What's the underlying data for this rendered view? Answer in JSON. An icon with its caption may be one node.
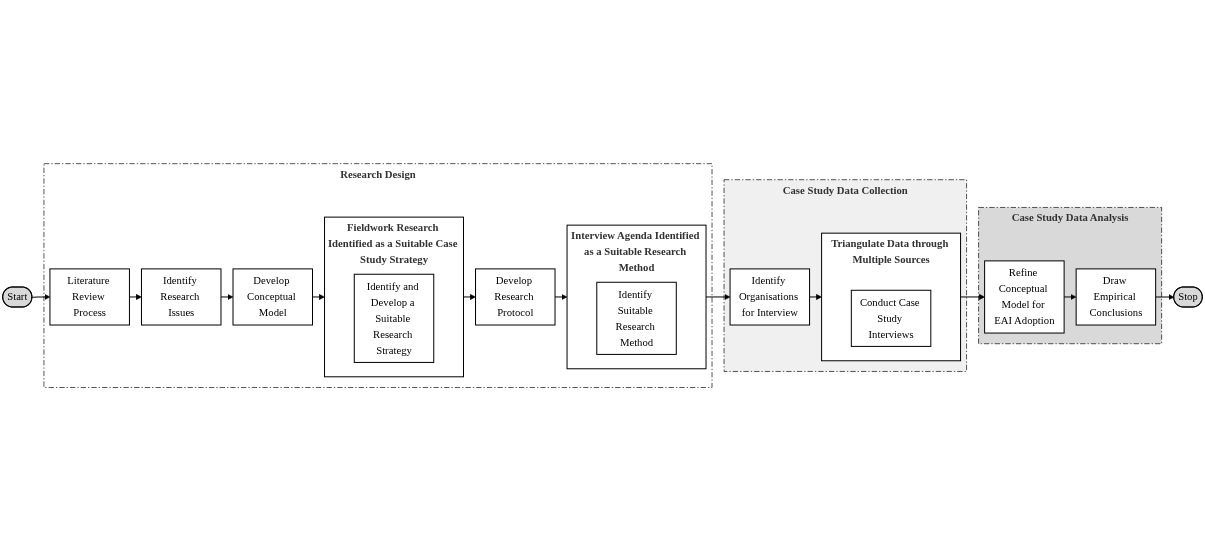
{
  "diagram": {
    "nodes": [
      {
        "text": [
          "Start"
        ]
      },
      {
        "text": [
          "Research Design"
        ]
      },
      {
        "text": [
          "Literature Review Process"
        ],
        "in": 1
      },
      {
        "text": [
          "Identify Research Issues"
        ],
        "in": 1
      },
      {
        "text": [
          "Develop Conceptual Model"
        ],
        "in": 1
      },
      {
        "text": [
          "Fieldwork Research Identified as a Suitable Case Study Strategy"
        ],
        "in": 1
      },
      {
        "text": [
          "Identify and Develop a Suitable Research Strategy"
        ],
        "in": 5
      },
      {
        "text": [
          "Develop Research Protocol"
        ],
        "in": 1
      },
      {
        "text": [
          "Interview Agenda Identified as a Suitable Research Method"
        ],
        "in": 1
      },
      {
        "text": [
          "Identify Suitable Research Method"
        ],
        "in": 8
      },
      {
        "text": [
          "Case Study Data Collection"
        ]
      },
      {
        "text": [
          "Identify Organisations for Interview"
        ],
        "in": 10
      },
      {
        "text": [
          "Triangulate Data through Multiple Sources"
        ],
        "in": 10
      },
      {
        "text": [
          "Conduct Case Study Interviews"
        ],
        "in": 12
      },
      {
        "text": [
          "Case Study Data Analysis"
        ]
      },
      {
        "text": [
          "Refine Conceptual Model for EAI Adoption"
        ],
        "in": 14
      },
      {
        "text": [
          "Draw Empirical Conclusions"
        ],
        "in": 14
      },
      {
        "text": [
          "Stop"
        ]
      }
    ],
    "edges": [
      {
        "from": 0,
        "to": 2,
        "arrow": "to"
      },
      {
        "from": 2,
        "to": 3,
        "arrow": "to"
      },
      {
        "from": 3,
        "to": 4,
        "arrow": "to"
      },
      {
        "from": 4,
        "to": 5,
        "arrow": "to"
      },
      {
        "from": 5,
        "to": 7,
        "arrow": "to"
      },
      {
        "from": 7,
        "to": 8,
        "arrow": "to"
      },
      {
        "from": 8,
        "to": 11,
        "arrow": "to"
      },
      {
        "from": 11,
        "to": 12,
        "arrow": "to"
      },
      {
        "from": 12,
        "to": 15,
        "arrow": "to"
      },
      {
        "from": 15,
        "to": 16,
        "arrow": "to"
      },
      {
        "from": 16,
        "to": 17,
        "arrow": "to"
      }
    ]
  }
}
